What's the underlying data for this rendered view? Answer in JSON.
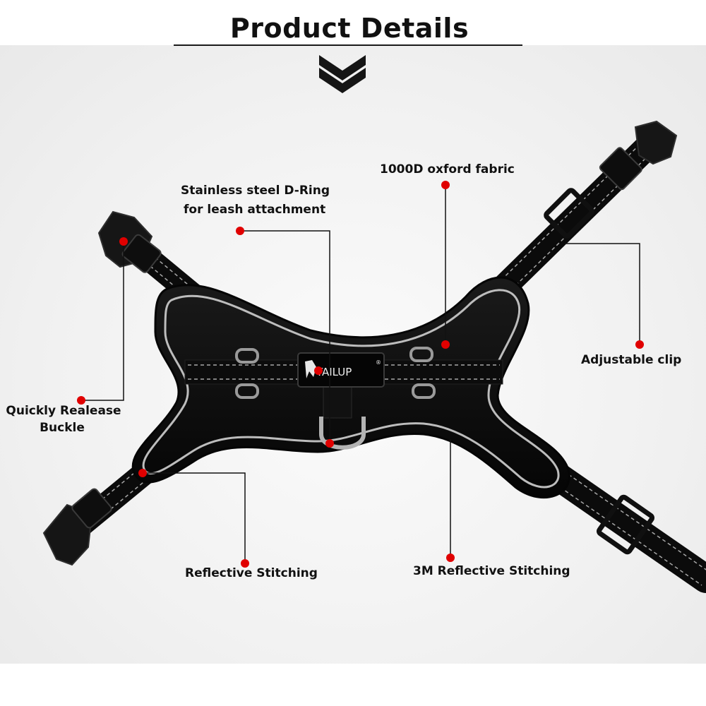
{
  "header": {
    "title": "Product Details"
  },
  "brand": {
    "logo_text": "TAILUP",
    "registered_mark": "®"
  },
  "callouts": {
    "d_ring_line1": "Stainless steel D-Ring",
    "d_ring_line2": "for leash attachment",
    "oxford_fabric": "1000D oxford fabric",
    "adjustable_clip": "Adjustable clip",
    "buckle_line1": "Quickly Realease",
    "buckle_line2": "Buckle",
    "reflective_stitching": "Reflective Stitching",
    "reflective_3m": "3M Reflective Stitching"
  },
  "colors": {
    "marker": "#e00000",
    "harness": "#0c0c0c",
    "reflective": "#bdbdbd",
    "text": "#111111"
  },
  "icons": {
    "section_divider": "double-chevron-down-icon",
    "marker": "red-dot-icon"
  }
}
